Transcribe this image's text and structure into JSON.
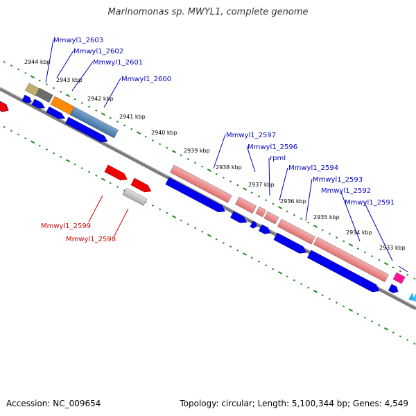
{
  "title": "Marinomonas sp. MWYL1, complete genome",
  "footer": {
    "accession": "Accession: NC_009654",
    "topology": "Topology: circular; Length: 5,100,344 bp; Genes: 4,549"
  },
  "ticks": [
    "2944 kbp",
    "2943 kbp",
    "2942 kbp",
    "2941 kbp",
    "2940 kbp",
    "2939 kbp",
    "2938 kbp",
    "2937 kbp",
    "2936 kbp",
    "2935 kbp",
    "2934 kbp",
    "2933 kbp"
  ],
  "gene_labels": {
    "forward": [
      "Mmwyl1_2603",
      "Mmwyl1_2602",
      "Mmwyl1_2601",
      "Mmwyl1_2600",
      "Mmwyl1_2597",
      "Mmwyl1_2596",
      "rpmI",
      "Mmwyl1_2594",
      "Mmwyl1_2593",
      "Mmwyl1_2592",
      "Mmwyl1_2591"
    ],
    "reverse": [
      "Mmwyl1_2599",
      "Mmwyl1_2598"
    ]
  },
  "colors": {
    "backbone": "#777777",
    "cds": "#0000ee",
    "reverse_label": "#cc0000",
    "forward_label": "#0000bb",
    "tick_dot": "#228822"
  }
}
